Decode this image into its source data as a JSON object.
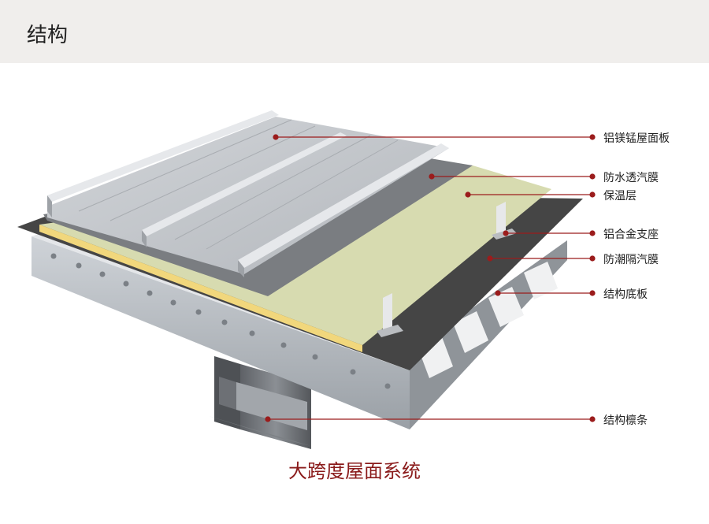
{
  "header": {
    "title": "结构"
  },
  "diagram": {
    "labels": [
      "铝镁锰屋面板",
      "防水透汽膜",
      "保温层",
      "铝合金支座",
      "防潮隔汽膜",
      "结构底板",
      "结构檩条"
    ],
    "caption": "大跨度屋面系统"
  },
  "colors": {
    "leader_line": "#9b1c1c",
    "caption": "#8a1a1a",
    "insulation": "#d9dcb0",
    "membrane": "#4a4a4a",
    "roof_panel": "#c9ccd0"
  }
}
